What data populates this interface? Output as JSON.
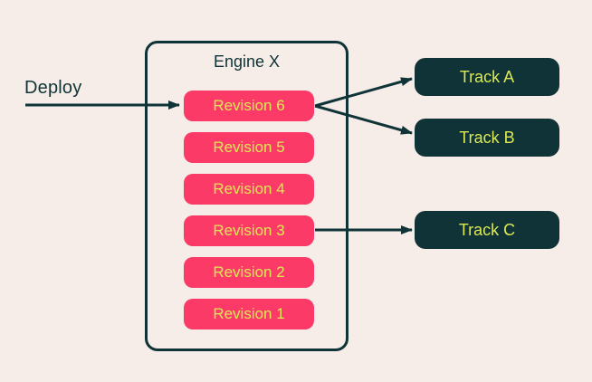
{
  "deploy": {
    "label": "Deploy"
  },
  "engine": {
    "title": "Engine X",
    "revisions": [
      "Revision 6",
      "Revision 5",
      "Revision 4",
      "Revision 3",
      "Revision 2",
      "Revision 1"
    ]
  },
  "tracks": [
    "Track A",
    "Track B",
    "Track C"
  ],
  "connections": [
    {
      "from": "Deploy",
      "to": "Revision 6"
    },
    {
      "from": "Revision 6",
      "to": "Track A"
    },
    {
      "from": "Revision 6",
      "to": "Track B"
    },
    {
      "from": "Revision 3",
      "to": "Track C"
    }
  ],
  "colors": {
    "background": "#F6EDE8",
    "revision_pink": "#FB3A67",
    "dark_teal": "#0F3336",
    "label_yellow": "#DCE953"
  }
}
